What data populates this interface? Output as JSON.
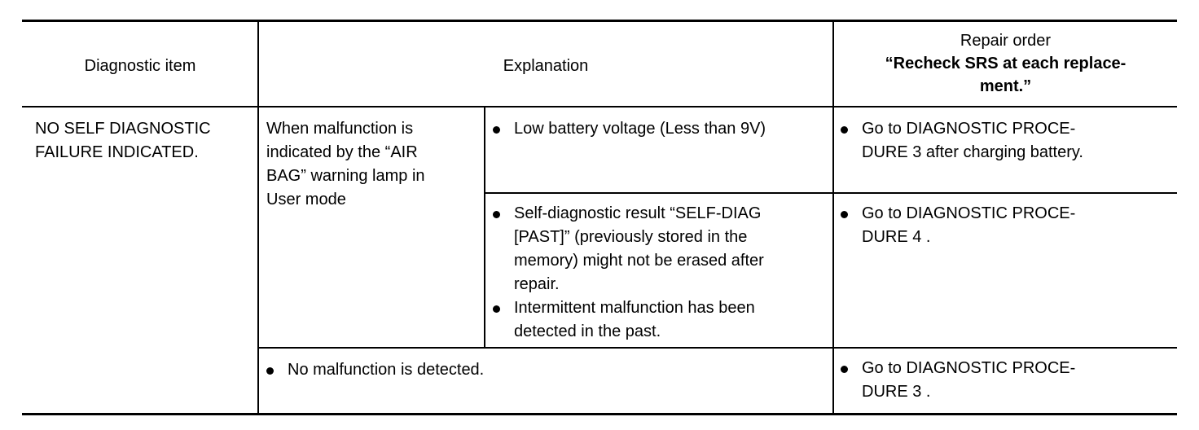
{
  "table": {
    "headers": {
      "diagnostic_item": "Diagnostic item",
      "explanation": "Explanation",
      "repair_order_title": "Repair order",
      "repair_order_note_1": "“Recheck SRS at each replace-",
      "repair_order_note_2": "ment.”"
    },
    "diagnostic_item": {
      "line1": "NO SELF DIAGNOSTIC",
      "line2": "FAILURE INDICATED."
    },
    "condition": {
      "line1": "When malfunction is",
      "line2": "indicated by the “AIR",
      "line3": "BAG” warning lamp in",
      "line4": "User mode"
    },
    "rows": [
      {
        "cause": "Low battery voltage (Less than 9V)",
        "repair_line1": "Go to DIAGNOSTIC PROCE-",
        "repair_line2": "DURE 3  after charging battery."
      },
      {
        "cause_a_line1": "Self-diagnostic result “SELF-DIAG",
        "cause_a_line2": "[PAST]” (previously stored in the",
        "cause_a_line3": "memory) might not be erased after",
        "cause_a_line4": "repair.",
        "cause_b_line1": "Intermittent malfunction has been",
        "cause_b_line2": "detected in the past.",
        "repair_line1": "Go to DIAGNOSTIC PROCE-",
        "repair_line2": "DURE 4 ."
      },
      {
        "cause": "No malfunction is detected.",
        "repair_line1": "Go to DIAGNOSTIC PROCE-",
        "repair_line2": "DURE 3 ."
      }
    ]
  }
}
